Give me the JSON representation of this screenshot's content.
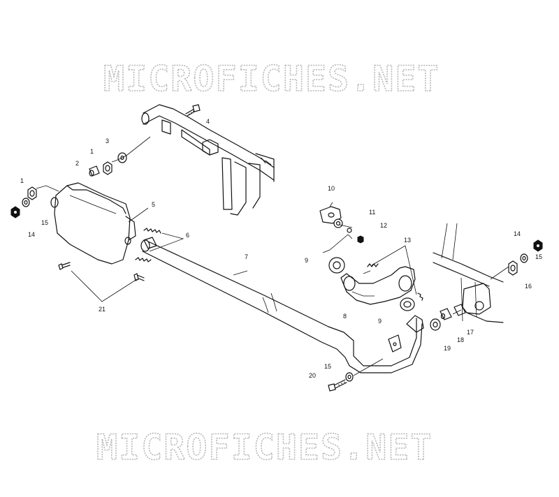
{
  "watermark": {
    "top": "MICROFICHES.NET",
    "bottom": "MICROFICHES.NET"
  },
  "callouts": [
    {
      "id": "c4",
      "text": "4"
    },
    {
      "id": "c3",
      "text": "3"
    },
    {
      "id": "c1a",
      "text": "1"
    },
    {
      "id": "c2",
      "text": "2"
    },
    {
      "id": "c1b",
      "text": "1"
    },
    {
      "id": "c15a",
      "text": "15"
    },
    {
      "id": "c14a",
      "text": "14"
    },
    {
      "id": "c5",
      "text": "5"
    },
    {
      "id": "c6",
      "text": "6"
    },
    {
      "id": "c7",
      "text": "7"
    },
    {
      "id": "c21",
      "text": "21"
    },
    {
      "id": "c10",
      "text": "10"
    },
    {
      "id": "c11",
      "text": "11"
    },
    {
      "id": "c12",
      "text": "12"
    },
    {
      "id": "c9a",
      "text": "9"
    },
    {
      "id": "c13",
      "text": "13"
    },
    {
      "id": "c8",
      "text": "8"
    },
    {
      "id": "c9b",
      "text": "9"
    },
    {
      "id": "c14b",
      "text": "14"
    },
    {
      "id": "c15b",
      "text": "15"
    },
    {
      "id": "c16",
      "text": "16"
    },
    {
      "id": "c17",
      "text": "17"
    },
    {
      "id": "c18",
      "text": "18"
    },
    {
      "id": "c19",
      "text": "19"
    },
    {
      "id": "c15c",
      "text": "15"
    },
    {
      "id": "c20",
      "text": "20"
    }
  ]
}
